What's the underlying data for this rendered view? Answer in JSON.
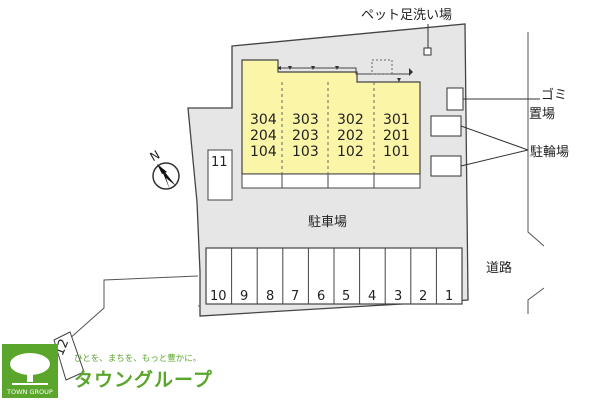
{
  "labels": {
    "pet_foot_wash": "ペット足洗い場",
    "garbage_1": "ゴミ",
    "garbage_2": "置場",
    "bicycle_parking": "駐輪場",
    "parking_lot": "駐車場",
    "road": "道路",
    "space_11": "11",
    "space_12": "12"
  },
  "units": [
    {
      "col": "304",
      "r1": "304",
      "r2": "204",
      "r3": "104"
    },
    {
      "col": "303",
      "r1": "303",
      "r2": "203",
      "r3": "103"
    },
    {
      "col": "302",
      "r1": "302",
      "r2": "202",
      "r3": "102"
    },
    {
      "col": "301",
      "r1": "301",
      "r2": "201",
      "r3": "101"
    }
  ],
  "parking_spaces": [
    "10",
    "9",
    "8",
    "7",
    "6",
    "5",
    "4",
    "3",
    "2",
    "1"
  ],
  "compass": {
    "label": "N"
  },
  "brand": {
    "tagline": "ひとを、まちを、もっと豊かに。",
    "name": "タウングループ",
    "logo_text": "TOWN GROUP"
  },
  "colors": {
    "building": "#fbf5a8",
    "lot": "#e6e6e6",
    "brand_green": "#5aa52c"
  }
}
